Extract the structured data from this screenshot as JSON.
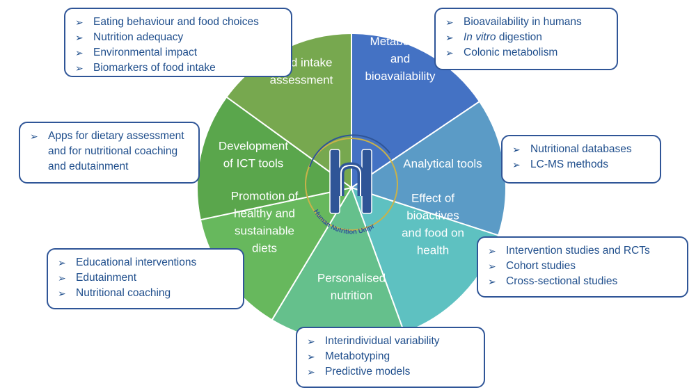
{
  "center": {
    "logo_text": "Human Nutrition Unipr",
    "colors": {
      "logo_blue": "#2f5597",
      "logo_ring": "#c9b24a"
    }
  },
  "sectors": [
    {
      "id": "metabolism",
      "label_lines": [
        "Metabolism",
        "and",
        "bioavailability"
      ],
      "color": "#4472c4"
    },
    {
      "id": "analytical",
      "label_lines": [
        "Analytical tools"
      ],
      "color": "#5b9bc6"
    },
    {
      "id": "bioactives",
      "label_lines": [
        "Effect of",
        "bioactives",
        "and food on",
        "health"
      ],
      "color": "#5ec1c1"
    },
    {
      "id": "personalised",
      "label_lines": [
        "Personalised",
        "nutrition"
      ],
      "color": "#65c08c"
    },
    {
      "id": "promotion",
      "label_lines": [
        "Promotion of",
        "healthy and",
        "sustainable",
        "diets"
      ],
      "color": "#67b85d"
    },
    {
      "id": "ict",
      "label_lines": [
        "Development",
        "of ICT tools"
      ],
      "color": "#5aa64c"
    },
    {
      "id": "food-intake",
      "label_lines": [
        "Food intake",
        "assessment"
      ],
      "color": "#77a84f"
    }
  ],
  "callouts": {
    "food_intake": [
      "Eating behaviour and food choices",
      "Nutrition adequacy",
      "Environmental impact",
      "Biomarkers of food intake"
    ],
    "metabolism": [
      {
        "italic": "In vitro",
        "rest": ""
      }
    ],
    "metabolism_items": [
      "Bioavailability in humans",
      "digestion",
      "Colonic metabolism"
    ],
    "apps": [
      "Apps for dietary assessment and for nutritional coaching and edutainment"
    ],
    "analytical": [
      "Nutritional databases",
      "LC-MS methods"
    ],
    "promotion": [
      "Educational interventions",
      "Edutainment",
      "Nutritional coaching"
    ],
    "bioactives": [
      "Intervention studies and RCTs",
      "Cohort studies",
      "Cross-sectional studies"
    ],
    "personalised": [
      "Interindividual variability",
      "Metabotyping",
      "Predictive models"
    ]
  },
  "colors": {
    "callout_border": "#2f5597",
    "callout_text": "#1f4e8c"
  },
  "icons": {
    "bullet": "arrowhead-bullet-icon"
  }
}
